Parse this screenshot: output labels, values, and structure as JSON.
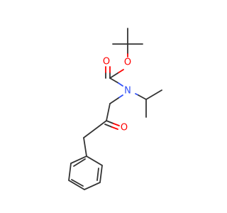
{
  "molecule": {
    "atoms": {
      "O_ester": {
        "symbol": "O",
        "color": "#ff0000"
      },
      "O_carbonyl": {
        "symbol": "O",
        "color": "#ff0000"
      },
      "N": {
        "symbol": "N",
        "color": "#3050f8"
      },
      "O_ketone": {
        "symbol": "O",
        "color": "#ff0000"
      }
    }
  }
}
